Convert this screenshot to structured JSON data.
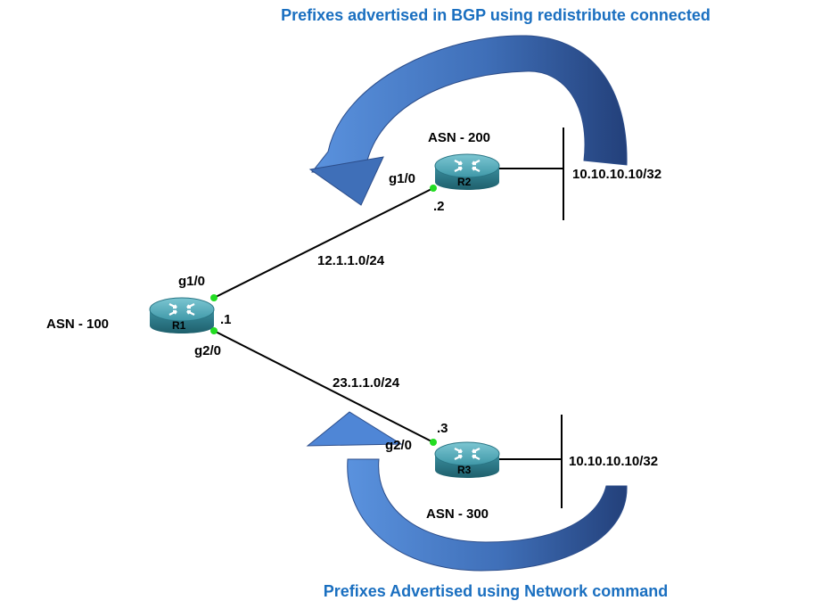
{
  "titles": {
    "top": "Prefixes advertised in BGP using redistribute connected",
    "bottom": "Prefixes Advertised using Network command"
  },
  "routers": {
    "r1": {
      "name": "R1",
      "asn": "ASN - 100",
      "if_top": "g1/0",
      "if_bottom": "g2/0",
      "ip_suffix": ".1"
    },
    "r2": {
      "name": "R2",
      "asn": "ASN - 200",
      "if": "g1/0",
      "ip_suffix": ".2",
      "loopback": "10.10.10.10/32"
    },
    "r3": {
      "name": "R3",
      "asn": "ASN - 300",
      "if": "g2/0",
      "ip_suffix": ".3",
      "loopback": "10.10.10.10/32"
    }
  },
  "links": {
    "r1_r2": "12.1.1.0/24",
    "r1_r3": "23.1.1.0/24"
  },
  "colors": {
    "title": "#1a6fc0",
    "arrow_light": "#4f86d6",
    "arrow_dark": "#2d4f8e",
    "router_body": "#3e8f9e",
    "interface_dot": "#22dd22"
  }
}
